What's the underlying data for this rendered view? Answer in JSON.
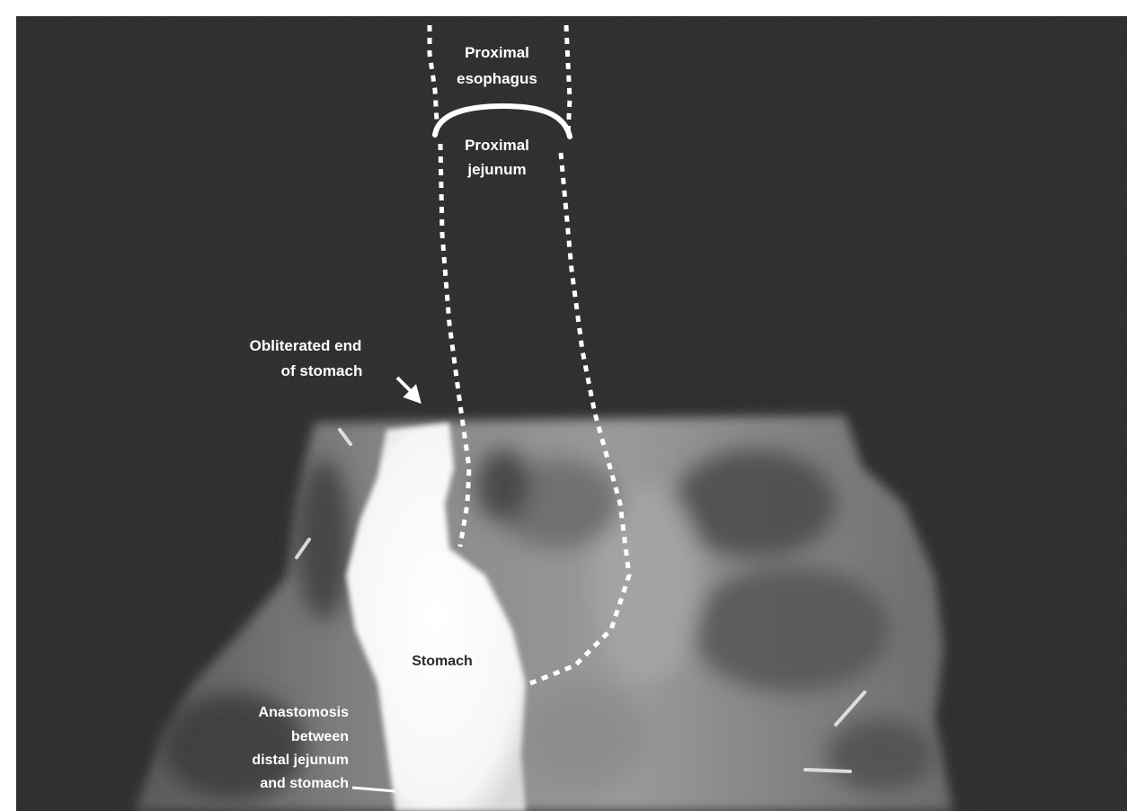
{
  "image": {
    "subject": "Radiograph of esophagus, jejunum and stomach with annotated overlay",
    "colors": {
      "background_dark": "#232323",
      "overlay_line": "#ffffff",
      "frame": "#ffffff"
    },
    "labels": {
      "proximal_esophagus": [
        "Proximal",
        "esophagus"
      ],
      "proximal_jejunum": [
        "Proximal",
        "jejunum"
      ],
      "obliterated_end": [
        "Obliterated end",
        "of stomach"
      ],
      "stomach": "Stomach",
      "anastomosis": [
        "Anastomosis",
        "between",
        "distal jejunum",
        "and stomach"
      ]
    }
  }
}
